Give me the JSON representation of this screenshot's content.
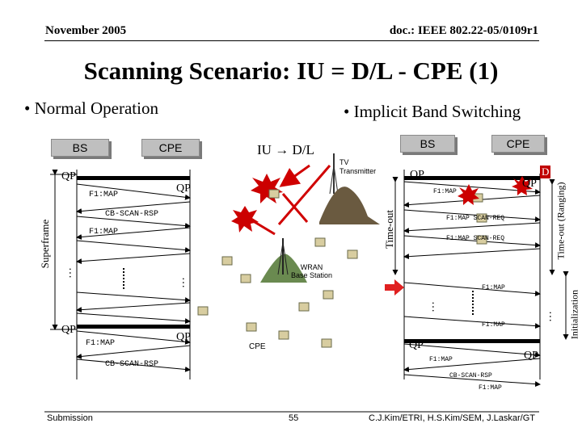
{
  "header": {
    "date": "November 2005",
    "doc": "doc.: IEEE 802.22-05/0109r1"
  },
  "title": "Scanning Scenario: IU = D/L - CPE (1)",
  "bullets": {
    "left": "Normal Operation",
    "right": "Implicit Band Switching"
  },
  "left_diagram": {
    "bs": "BS",
    "cpe": "CPE",
    "qp_tl": "QP",
    "qp_tr": "QP",
    "qp_bl": "QP",
    "qp_br": "QP",
    "msg1": "F1:MAP",
    "msg2": "CB-SCAN-RSP",
    "msg3": "F1:MAP",
    "msg4": "F1:MAP",
    "msg5": "CB-SCAN-RSP",
    "superframe": "Superframe",
    "dots": "…"
  },
  "center": {
    "iu_label": "IU → D/L",
    "tv_transmitter": "TV\nTransmitter",
    "wran_bs": "WRAN\nBase Station",
    "cpe": "CPE"
  },
  "right_diagram": {
    "bs": "BS",
    "cpe": "CPE",
    "qp_top": "QP",
    "qp_cpe_top": "QP",
    "d_label": "D",
    "qp_bottom_bs": "QP",
    "qp_bottom_cpe": "QP",
    "msg1": "F1:MAP",
    "msg2": "F1:MAP SCAN-REQ",
    "msg3": "F1:MAP SCAN-REQ",
    "msg4": "F1:MAP",
    "msg5": "F1:MAP",
    "msg6": "F1:MAP",
    "msg7": "CB-SCAN-RSP",
    "msg8": "F1:MAP",
    "timeout": "Time-out",
    "timeout_ranging": "Time-out (Ranging)",
    "initialization": "Initialization",
    "dots": "…"
  },
  "footer": {
    "left": "Submission",
    "page": "55",
    "right": "C.J.Kim/ETRI, H.S.Kim/SEM, J.Laskar/GT"
  }
}
